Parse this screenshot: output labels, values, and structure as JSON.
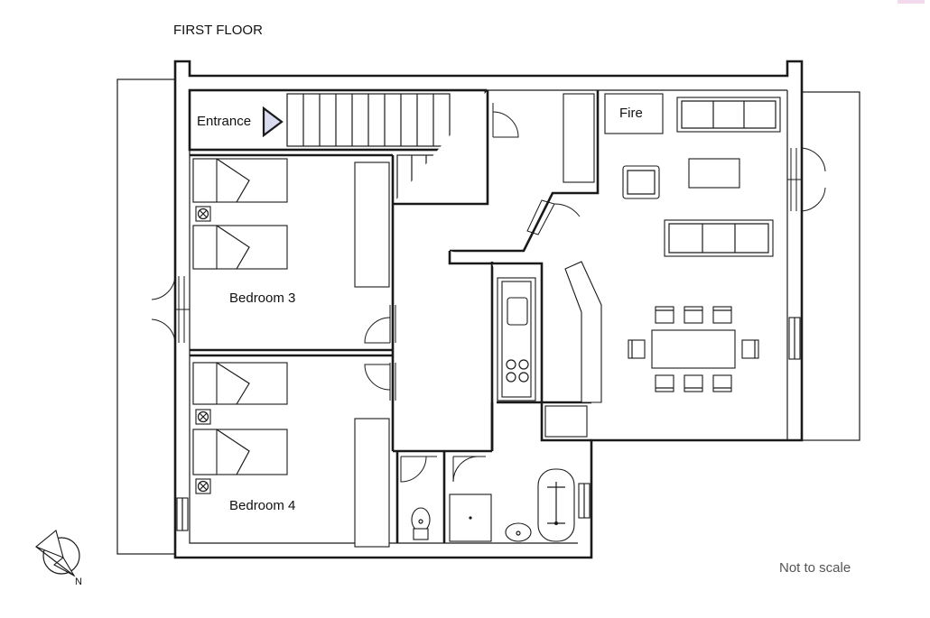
{
  "title": "FIRST FLOOR",
  "rooms": {
    "entrance": "Entrance",
    "fire": "Fire",
    "bedroom3": "Bedroom 3",
    "bedroom4": "Bedroom 4"
  },
  "scale_note": "Not to scale",
  "compass_letter": "N",
  "colors": {
    "line": "#1a1a1a",
    "entrance_arrow": "#d9dcf0",
    "background": "#ffffff"
  }
}
